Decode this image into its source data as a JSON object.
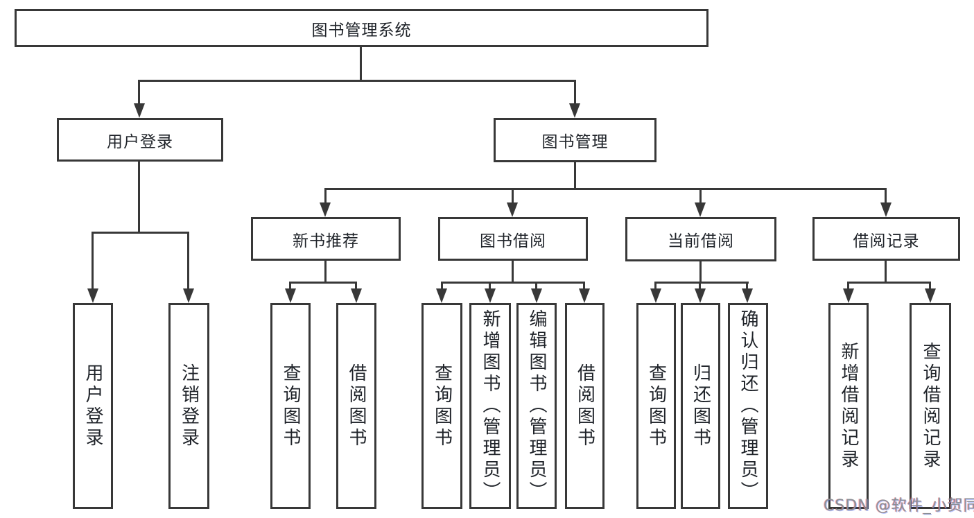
{
  "colors": {
    "line": "#383838",
    "text": "#1f2329",
    "background": "#ffffff",
    "watermark": "#8b8f96"
  },
  "watermark": {
    "text": "CSDN @软件_小贺同学"
  },
  "tree": {
    "label": "图书管理系统",
    "children": [
      {
        "label": "用户登录",
        "children": [
          {
            "label": "用户登录"
          },
          {
            "label": "注销登录"
          }
        ]
      },
      {
        "label": "图书管理",
        "children": [
          {
            "label": "新书推荐",
            "children": [
              {
                "label": "查询图书"
              },
              {
                "label": "借阅图书"
              }
            ]
          },
          {
            "label": "图书借阅",
            "children": [
              {
                "label": "查询图书"
              },
              {
                "label": "新增图书（管理员）"
              },
              {
                "label": "编辑图书（管理员）"
              },
              {
                "label": "借阅图书"
              }
            ]
          },
          {
            "label": "当前借阅",
            "children": [
              {
                "label": "查询图书"
              },
              {
                "label": "归还图书"
              },
              {
                "label": "确认归还（管理员）"
              }
            ]
          },
          {
            "label": "借阅记录",
            "children": [
              {
                "label": "新增借阅记录"
              },
              {
                "label": "查询借阅记录"
              }
            ]
          }
        ]
      }
    ]
  }
}
